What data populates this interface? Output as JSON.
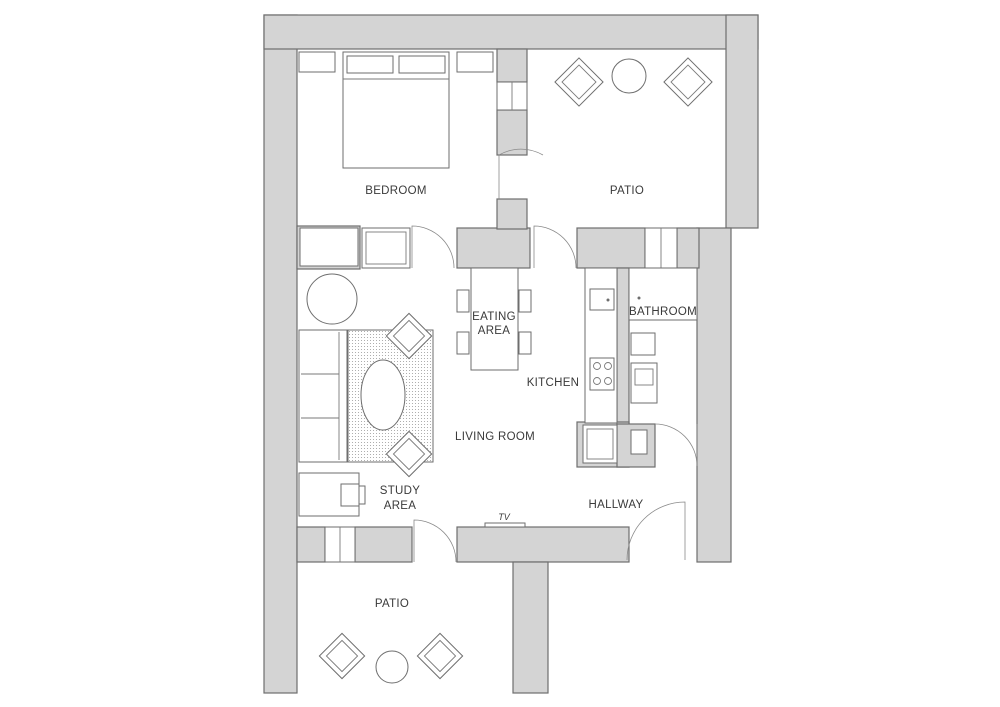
{
  "rooms": {
    "bedroom": "BEDROOM",
    "patio_top": "PATIO",
    "eating_area": [
      "EATING",
      "AREA"
    ],
    "kitchen": "KITCHEN",
    "bathroom": "BATHROOM",
    "living_room": "LIVING ROOM",
    "study_area": [
      "STUDY",
      "AREA"
    ],
    "hallway": "HALLWAY",
    "patio_bottom": "PATIO"
  },
  "fixtures": {
    "tv": "TV"
  },
  "colors": {
    "wall_fill": "#d4d4d4",
    "line": "#6e6e6e",
    "background": "#ffffff"
  }
}
